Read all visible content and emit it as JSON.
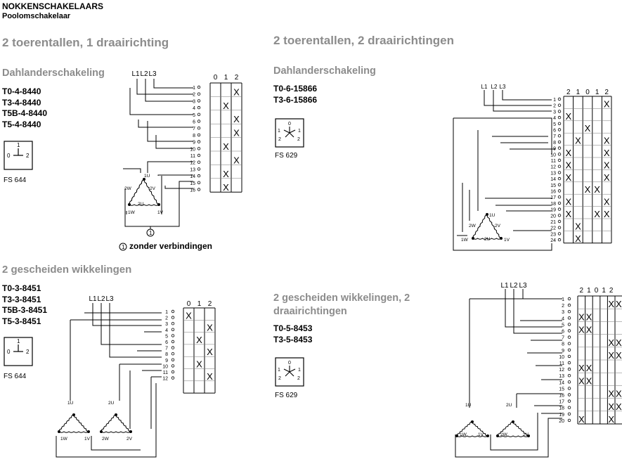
{
  "header": {
    "title": "NOKKENSCHAKELAARS",
    "subtitle": "Poolomschakelaar"
  },
  "sections": [
    {
      "title": "2 toerentallen, 1 draairichting",
      "subtitle": "Dahlanderschakeling",
      "codes": [
        "T0-4-8440",
        "T3-4-8440",
        "T5B-4-8440",
        "T5-4-8440"
      ],
      "fs": "FS 644",
      "note": "zonder verbindingen",
      "note_marker": "1",
      "lines": [
        "L1",
        "L2",
        "L3"
      ],
      "positions": [
        "0",
        "1",
        "2"
      ],
      "terminals": [
        "1",
        "2",
        "3",
        "4",
        "5",
        "6",
        "7",
        "8",
        "9",
        "10",
        "11",
        "12",
        "13",
        "14",
        "15",
        "16"
      ],
      "xmarks": [
        "X",
        "X",
        "X",
        "X",
        "X",
        "X",
        "X",
        "X"
      ],
      "motor_labels": [
        "1U",
        "2W",
        "2V",
        "2U",
        "1W",
        "1V"
      ]
    },
    {
      "title": "2 toerentallen, 2 draairichtingen",
      "subtitle": "Dahlanderschakeling",
      "codes": [
        "T0-6-15866",
        "T3-6-15866"
      ],
      "fs": "FS 629",
      "lines": [
        "L1",
        "L2",
        "L3"
      ],
      "positions": [
        "2",
        "1",
        "0",
        "1",
        "2"
      ],
      "terminals": [
        "1",
        "2",
        "3",
        "4",
        "5",
        "6",
        "7",
        "8",
        "9",
        "10",
        "11",
        "12",
        "13",
        "14",
        "15",
        "16",
        "17",
        "18",
        "19",
        "20",
        "21",
        "22",
        "23",
        "24"
      ],
      "xmarks": [
        "X",
        "X",
        "X",
        "X",
        "X",
        "X",
        "X",
        "X",
        "X",
        "X",
        "X",
        "X",
        "X",
        "X",
        "X",
        "X",
        "X",
        "X",
        "X",
        "X"
      ],
      "motor_labels": [
        "1U",
        "2W",
        "2V",
        "2U",
        "1W",
        "1V"
      ]
    },
    {
      "title": "2 gescheiden wikkelingen",
      "codes": [
        "T0-3-8451",
        "T3-3-8451",
        "T5B-3-8451",
        "T5-3-8451"
      ],
      "fs": "FS 644",
      "lines": [
        "L1",
        "L2",
        "L3"
      ],
      "positions": [
        "0",
        "1",
        "2"
      ],
      "terminals": [
        "1",
        "2",
        "3",
        "4",
        "5",
        "6",
        "7",
        "8",
        "9",
        "10",
        "11",
        "12"
      ],
      "xmarks": [
        "X",
        "X",
        "X",
        "X",
        "X",
        "X"
      ],
      "motor_labels": [
        "1U",
        "1W",
        "1V",
        "2U",
        "2W",
        "2V"
      ]
    },
    {
      "title": "2 gescheiden wikkelingen, 2 draairichtingen",
      "codes": [
        "T0-5-8453",
        "T3-5-8453"
      ],
      "fs": "FS 629",
      "lines": [
        "L1",
        "L2",
        "L3"
      ],
      "positions": [
        "2",
        "1",
        "0",
        "1",
        "2"
      ],
      "terminals": [
        "1",
        "2",
        "3",
        "4",
        "5",
        "6",
        "7",
        "8",
        "9",
        "10",
        "11",
        "12",
        "13",
        "14",
        "15",
        "16",
        "17",
        "18",
        "19",
        "20"
      ],
      "xmarks": [
        "X",
        "X",
        "X",
        "X",
        "X",
        "X",
        "X",
        "X",
        "X",
        "X",
        "X",
        "X",
        "X",
        "X",
        "X",
        "X",
        "X",
        "X",
        "X",
        "X"
      ],
      "motor_labels": [
        "1U",
        "1W",
        "1V",
        "2U",
        "2W",
        "2V"
      ]
    }
  ]
}
